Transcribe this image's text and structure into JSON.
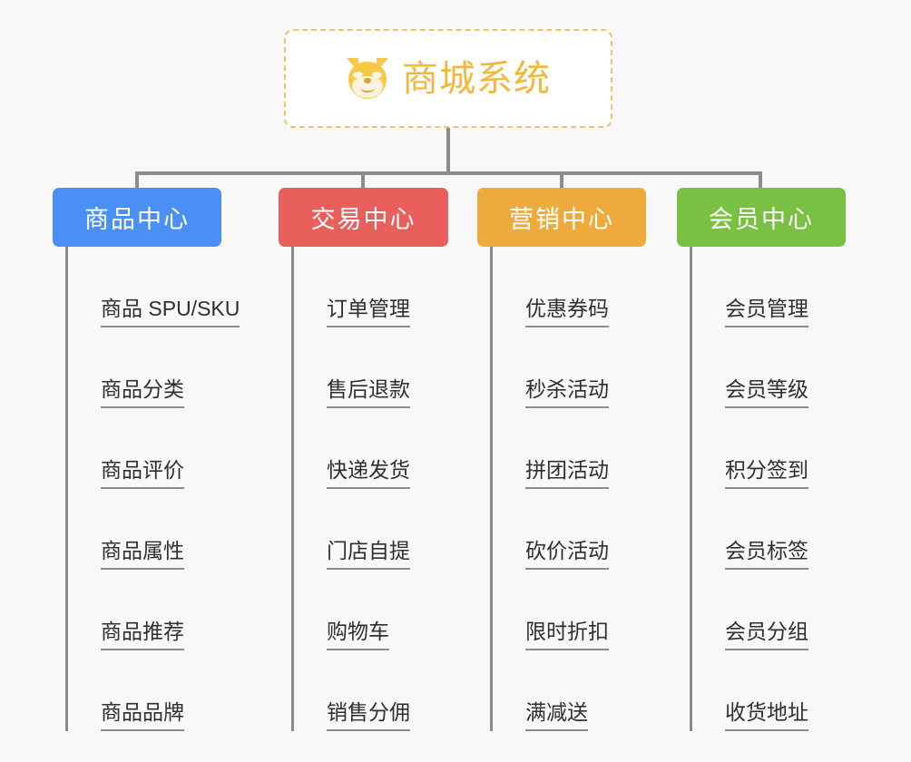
{
  "page": {
    "background_color": "#f8f8f8",
    "line_color": "#8c8c8c",
    "leaf_text_color": "#2f2f2f"
  },
  "root": {
    "title": "商城系统",
    "icon": "shiba-dog-face-icon",
    "title_color": "#f2b73d",
    "border_color": "#f3bf6a",
    "background_color": "#ffffff"
  },
  "branches": [
    {
      "label": "商品中心",
      "color": "#4a90f4",
      "items": [
        "商品 SPU/SKU",
        "商品分类",
        "商品评价",
        "商品属性",
        "商品推荐",
        "商品品牌"
      ]
    },
    {
      "label": "交易中心",
      "color": "#e95f5c",
      "items": [
        "订单管理",
        "售后退款",
        "快递发货",
        "门店自提",
        "购物车",
        "销售分佣"
      ]
    },
    {
      "label": "营销中心",
      "color": "#eeaa3c",
      "items": [
        "优惠券码",
        "秒杀活动",
        "拼团活动",
        "砍价活动",
        "限时折扣",
        "满减送"
      ]
    },
    {
      "label": "会员中心",
      "color": "#7ac143",
      "items": [
        "会员管理",
        "会员等级",
        "积分签到",
        "会员标签",
        "会员分组",
        "收货地址"
      ]
    }
  ]
}
